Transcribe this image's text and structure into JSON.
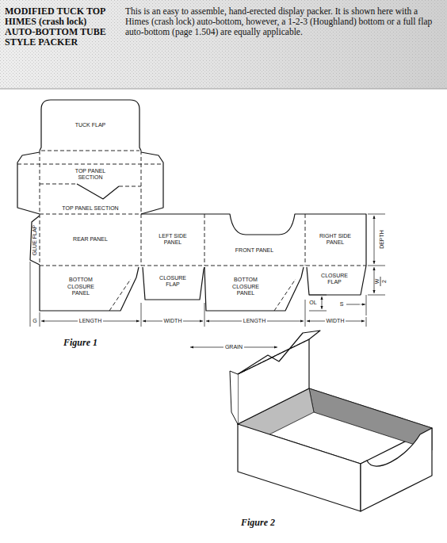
{
  "diagram": {
    "title": "MODIFIED TUCK TOP HIMES (crash lock) AUTO-BOTTOM TUBE STYLE PACKER",
    "labels": [
      "This is an easy to assemble, hand-erected display packer. It is shown here with a Himes (crash lock) auto-bottom, however, a 1-2-3 (Houghland) bottom or a full flap auto-bottom (page 1.504) are equally applicable.",
      "TUCK FLAP",
      "TOP PANEL SECTION",
      "TOP PANEL SECTION",
      "GLUE FLAP",
      "REAR PANEL",
      "LEFT SIDE PANEL",
      "FRONT PANEL",
      "RIGHT SIDE PANEL",
      "DEPTH",
      "BOTTOM CLOSURE PANEL",
      "CLOSURE FLAP",
      "BOTTOM CLOSURE PANEL",
      "CLOSURE FLAP",
      "W",
      "2",
      "OL",
      "S",
      "G",
      "LENGTH",
      "WIDTH",
      "LENGTH",
      "WIDTH",
      "Figure 1",
      "GRAIN",
      "Figure 2"
    ]
  }
}
